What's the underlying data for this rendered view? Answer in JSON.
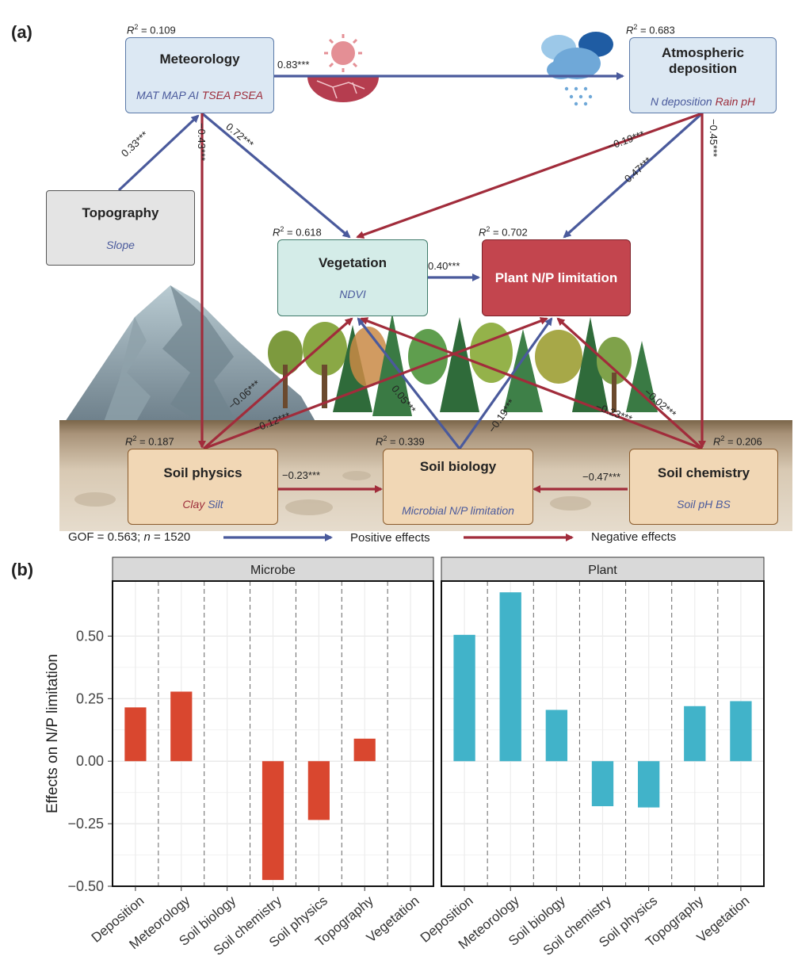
{
  "panel_a": {
    "label": "(a)",
    "nodes": {
      "meteorology": {
        "title": "Meteorology",
        "r2_value": "= 0.109",
        "vars_blue": "MAT MAP AI ",
        "vars_red": "TSEA PSEA"
      },
      "deposition": {
        "title": "Atmospheric",
        "title2": "deposition",
        "r2_value": "= 0.683",
        "vars_blue": "N deposition ",
        "vars_red": "Rain pH"
      },
      "topography": {
        "title": "Topography",
        "vars_blue": "Slope"
      },
      "vegetation": {
        "title": "Vegetation",
        "r2_value": "= 0.618",
        "vars_blue": "NDVI"
      },
      "plant_np": {
        "title": "Plant N/P limitation",
        "r2_value": "= 0.702"
      },
      "soil_physics": {
        "title": "Soil physics",
        "r2_value": "= 0.187",
        "vars_red": "Clay ",
        "vars_blue": "Silt"
      },
      "soil_biology": {
        "title": "Soil biology",
        "r2_value": "= 0.339",
        "vars_blue": "Microbial N/P limitation"
      },
      "soil_chemistry": {
        "title": "Soil chemistry",
        "r2_value": "= 0.206",
        "vars_blue": "Soil pH  BS"
      }
    },
    "r2_symbol": "R",
    "r2_sup": "2",
    "paths": {
      "met_dep": "0.83***",
      "topo_met": "0.33***",
      "met_soilphys": "−0.43***",
      "met_veg": "0.72***",
      "dep_veg": "−0.19***",
      "dep_plant": "0.47***",
      "dep_soilchem": "−0.45***",
      "veg_plant": "0.40***",
      "soilphys_veg": "−0.06***",
      "soilphys_plant": "−0.12***",
      "soilbio_veg": "0.05***",
      "soilbio_plant": "−0.19***",
      "soilchem_veg": "−0.23***",
      "soilchem_plant": "−0.02***",
      "soilphys_soilbio": "−0.23***",
      "soilchem_soilbio": "−0.47***"
    },
    "footer": {
      "gof": "GOF = 0.563; ",
      "n_label": "n",
      "n_value": " = 1520",
      "positive": "Positive effects",
      "negative": "Negative effects"
    },
    "colors": {
      "positive": "#4a5a9c",
      "negative": "#a12c3b"
    }
  },
  "panel_b": {
    "label": "(b)"
  },
  "chart_data": {
    "type": "bar",
    "ylabel": "Effects on  N/P limitation",
    "ylim": [
      -0.5,
      0.72
    ],
    "yticks": [
      -0.5,
      -0.25,
      0,
      0.25,
      0.5
    ],
    "ytick_labels": [
      "−0.50",
      "−0.25",
      "0.00",
      "0.25",
      "0.50"
    ],
    "categories": [
      "Deposition",
      "Meteorology",
      "Soil biology",
      "Soil chemistry",
      "Soil physics",
      "Topography",
      "Vegetation"
    ],
    "facets": [
      {
        "name": "Microbe",
        "color": "#d9472f",
        "values": [
          0.215,
          0.278,
          null,
          -0.475,
          -0.235,
          0.09,
          null
        ]
      },
      {
        "name": "Plant",
        "color": "#41b3c9",
        "values": [
          0.505,
          0.675,
          0.205,
          -0.18,
          -0.185,
          0.22,
          0.24
        ]
      }
    ],
    "grid": true
  }
}
